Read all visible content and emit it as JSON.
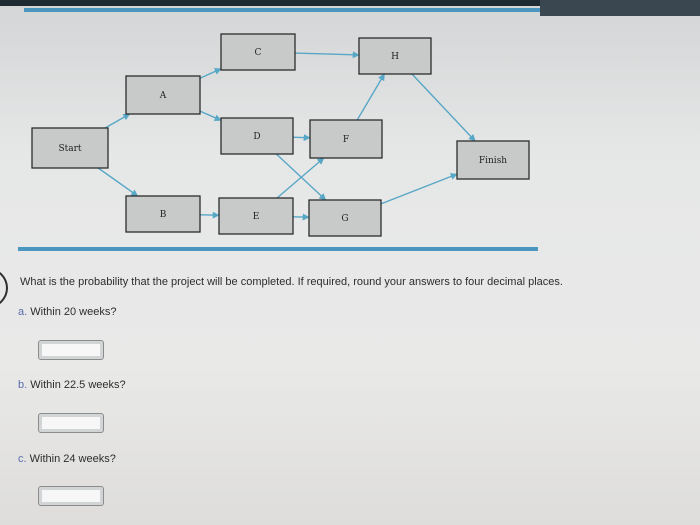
{
  "diagram": {
    "nodes": [
      {
        "id": "start",
        "label": "Start"
      },
      {
        "id": "a",
        "label": "A"
      },
      {
        "id": "b",
        "label": "B"
      },
      {
        "id": "c",
        "label": "C"
      },
      {
        "id": "d",
        "label": "D"
      },
      {
        "id": "e",
        "label": "E"
      },
      {
        "id": "f",
        "label": "F"
      },
      {
        "id": "g",
        "label": "G"
      },
      {
        "id": "h",
        "label": "H"
      },
      {
        "id": "finish",
        "label": "Finish"
      }
    ],
    "edges": [
      [
        "start",
        "a"
      ],
      [
        "start",
        "b"
      ],
      [
        "a",
        "c"
      ],
      [
        "a",
        "d"
      ],
      [
        "b",
        "e"
      ],
      [
        "c",
        "h"
      ],
      [
        "d",
        "f"
      ],
      [
        "e",
        "g"
      ],
      [
        "d",
        "g"
      ],
      [
        "e",
        "f"
      ],
      [
        "f",
        "h"
      ],
      [
        "h",
        "finish"
      ],
      [
        "g",
        "finish"
      ]
    ]
  },
  "question": {
    "text": "What is the probability that the project will be completed. If required, round your answers to four decimal places.",
    "parts": [
      {
        "letter": "a.",
        "text": "Within 20 weeks?",
        "answer": ""
      },
      {
        "letter": "b.",
        "text": "Within 22.5 weeks?",
        "answer": ""
      },
      {
        "letter": "c.",
        "text": "Within 24 weeks?",
        "answer": ""
      }
    ]
  },
  "colors": {
    "accent": "#4a96be",
    "edge": "#57a7c6",
    "node_fill": "#c8c9c9"
  }
}
